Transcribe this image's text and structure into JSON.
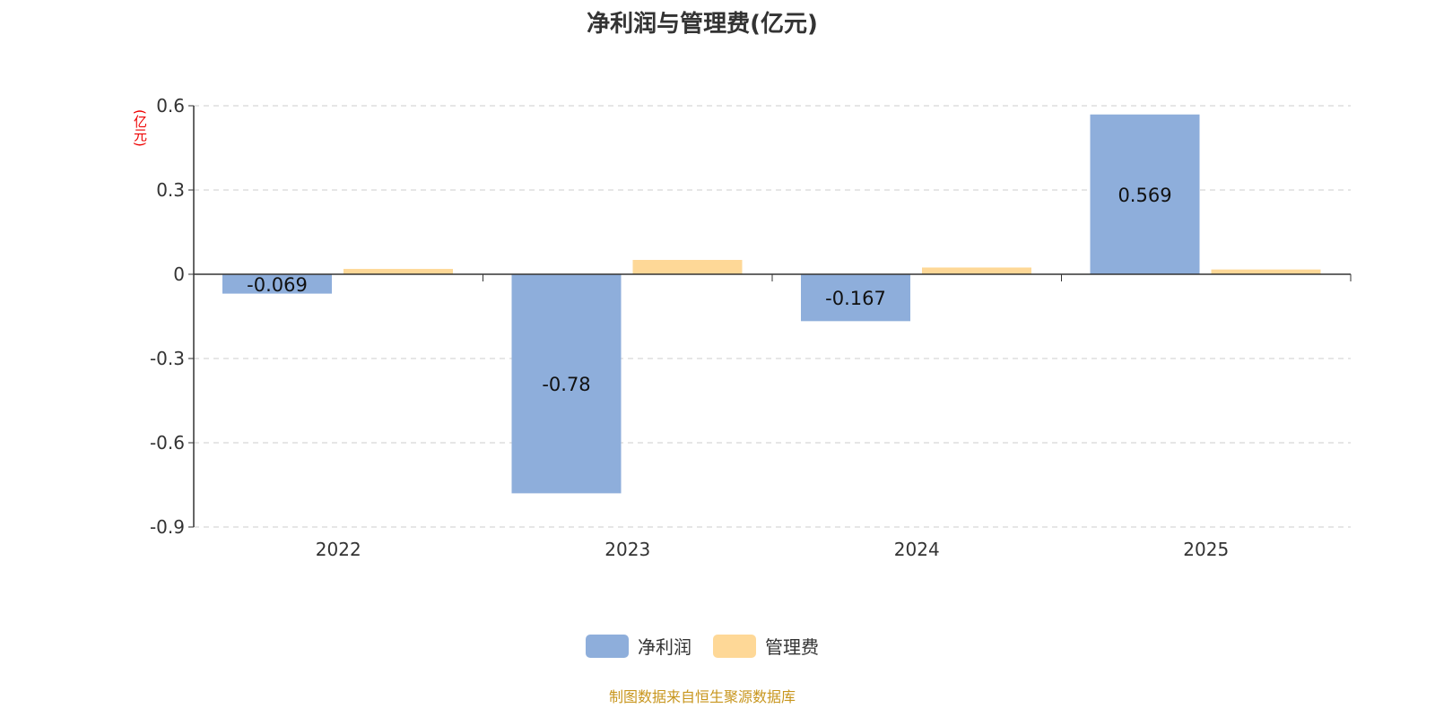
{
  "chart_data": {
    "type": "bar",
    "title": "净利润与管理费(亿元)",
    "ylabel": "(亿元)",
    "xlabel": "",
    "categories": [
      "2022",
      "2023",
      "2024",
      "2025"
    ],
    "series": [
      {
        "name": "净利润",
        "values": [
          -0.069,
          -0.78,
          -0.167,
          0.569
        ],
        "color": "#8eaedb",
        "labels": [
          "-0.069",
          "-0.78",
          "-0.167",
          "0.569"
        ]
      },
      {
        "name": "管理费",
        "values": [
          0.019,
          0.051,
          0.024,
          0.017
        ],
        "color": "#fed897"
      }
    ],
    "ylim": [
      -0.9,
      0.6
    ],
    "yticks": [
      0.6,
      0.3,
      0,
      -0.3,
      -0.6,
      -0.9
    ],
    "ytick_labels": [
      "0.6",
      "0.3",
      "0",
      "-0.3",
      "-0.6",
      "-0.9"
    ],
    "grid": true,
    "legend": "bottom"
  },
  "source": "制图数据来自恒生聚源数据库"
}
